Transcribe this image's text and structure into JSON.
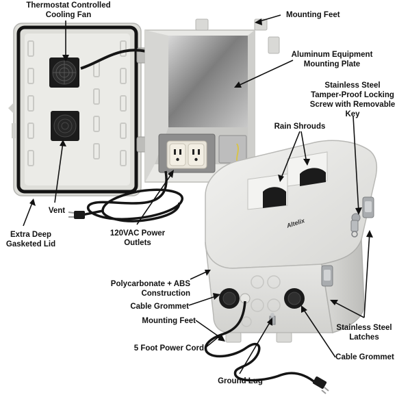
{
  "callouts": {
    "thermostat_fan": "Thermostat Controlled\nCooling Fan",
    "mounting_feet_top": "Mounting Feet",
    "aluminum_plate": "Aluminum Equipment\nMounting Plate",
    "locking_screw": "Stainless Steel\nTamper-Proof Locking\nScrew with Removable\nKey",
    "rain_shrouds": "Rain Shrouds",
    "vent": "Vent",
    "gasketed_lid": "Extra Deep\nGasketed Lid",
    "power_outlets": "120VAC Power\nOutlets",
    "construction": "Polycarbonate + ABS\nConstruction",
    "cable_grommet_left": "Cable Grommet",
    "mounting_feet_bottom": "Mounting Feet",
    "power_cord": "5 Foot Power Cord",
    "ground_lug": "Ground Lug",
    "latches": "Stainless Steel\nLatches",
    "cable_grommet_right": "Cable Grommet"
  },
  "brand_label": "Altelix",
  "colors": {
    "enclosure": "#e6e6e4",
    "enclosure_shade": "#cfcfcc",
    "gasket": "#141414",
    "plate": "#9a9a9a",
    "steel": "#a9acaf",
    "cord": "#151515",
    "text": "#111111"
  }
}
